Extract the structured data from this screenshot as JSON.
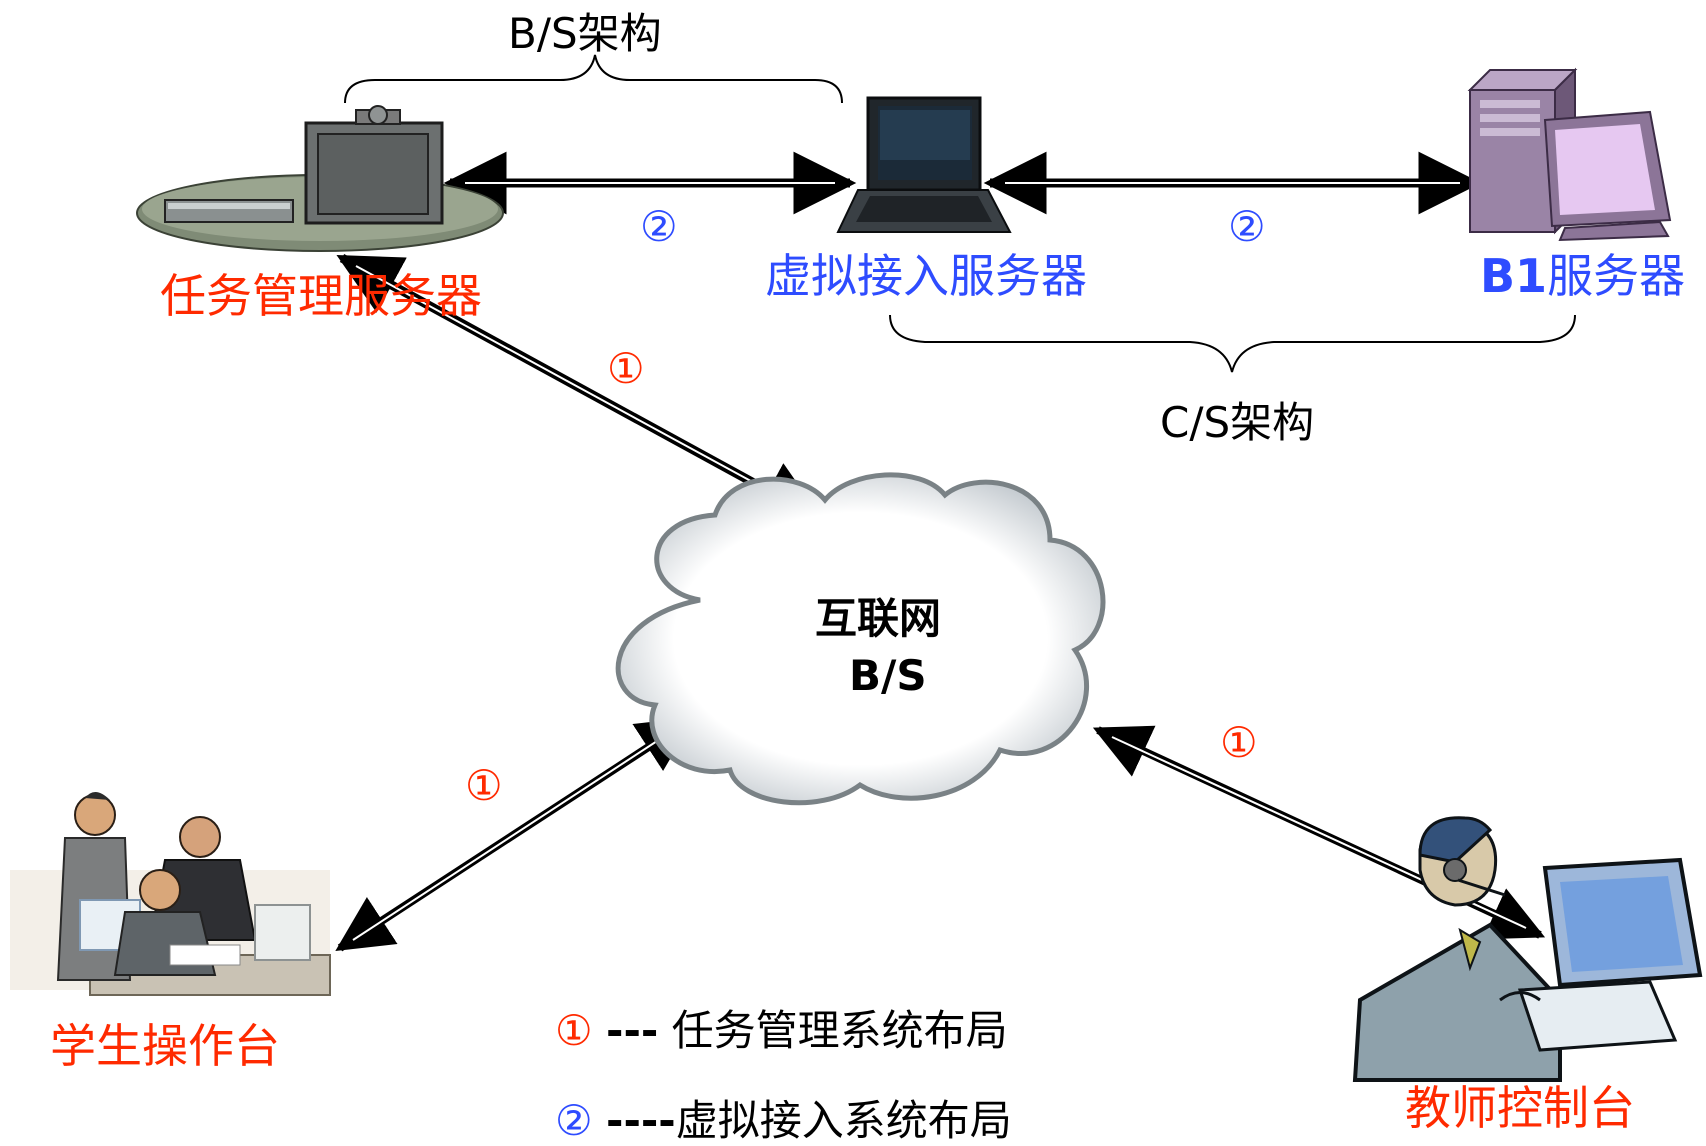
{
  "nodes": {
    "task_server": "任务管理服务器",
    "virtual_server_label": "虚拟接入服务器",
    "b1_prefix": "B1",
    "b1_suffix": "服务器",
    "student": "学生操作台",
    "teacher": "教师控制台",
    "internet_line1": "互联网",
    "internet_line2": "B/S"
  },
  "architectures": {
    "bs": "B/S架构",
    "cs": "C/S架构"
  },
  "markers": {
    "one": "①",
    "two": "②"
  },
  "legend": {
    "item1_marker": "①",
    "item1_dash": "---",
    "item1_text": "任务管理系统布局",
    "item2_marker": "②",
    "item2_dash": "----",
    "item2_text": "虚拟接入系统布局"
  },
  "colors": {
    "red": "#ff2a00",
    "blue": "#2e4cff",
    "black": "#000000"
  }
}
